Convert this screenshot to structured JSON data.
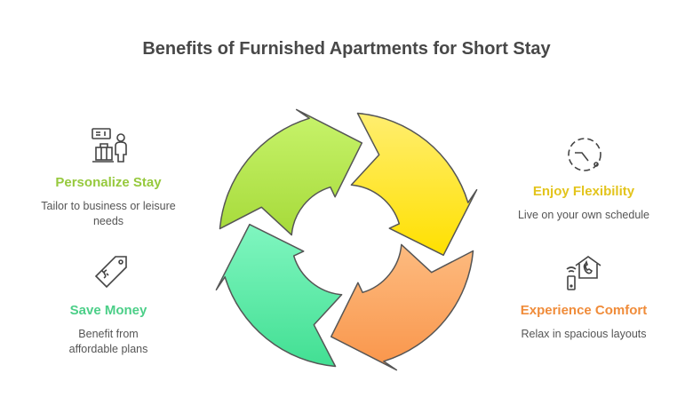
{
  "title": "Benefits of Furnished Apartments for Short Stay",
  "items": [
    {
      "key": "personalize",
      "heading": "Personalize Stay",
      "desc": "Tailor to business or leisure needs",
      "color": "#96c93d",
      "icon": "traveler-luggage-icon"
    },
    {
      "key": "money",
      "heading": "Save Money",
      "desc": "Benefit from affordable plans",
      "color": "#4ccf88",
      "icon": "price-tag-icon"
    },
    {
      "key": "flex",
      "heading": "Enjoy Flexibility",
      "desc": "Live on your own schedule",
      "color": "#e3c41c",
      "icon": "clock-icon"
    },
    {
      "key": "comfort",
      "heading": "Experience Comfort",
      "desc": "Relax in spacious layouts",
      "color": "#f08c3a",
      "icon": "smart-home-icon"
    }
  ],
  "cycle_colors": [
    [
      "#ffee70",
      "#ffe000"
    ],
    [
      "#fdbb80",
      "#f9954a"
    ],
    [
      "#80f6c0",
      "#42df93"
    ],
    [
      "#c8f46c",
      "#a6da3a"
    ]
  ]
}
